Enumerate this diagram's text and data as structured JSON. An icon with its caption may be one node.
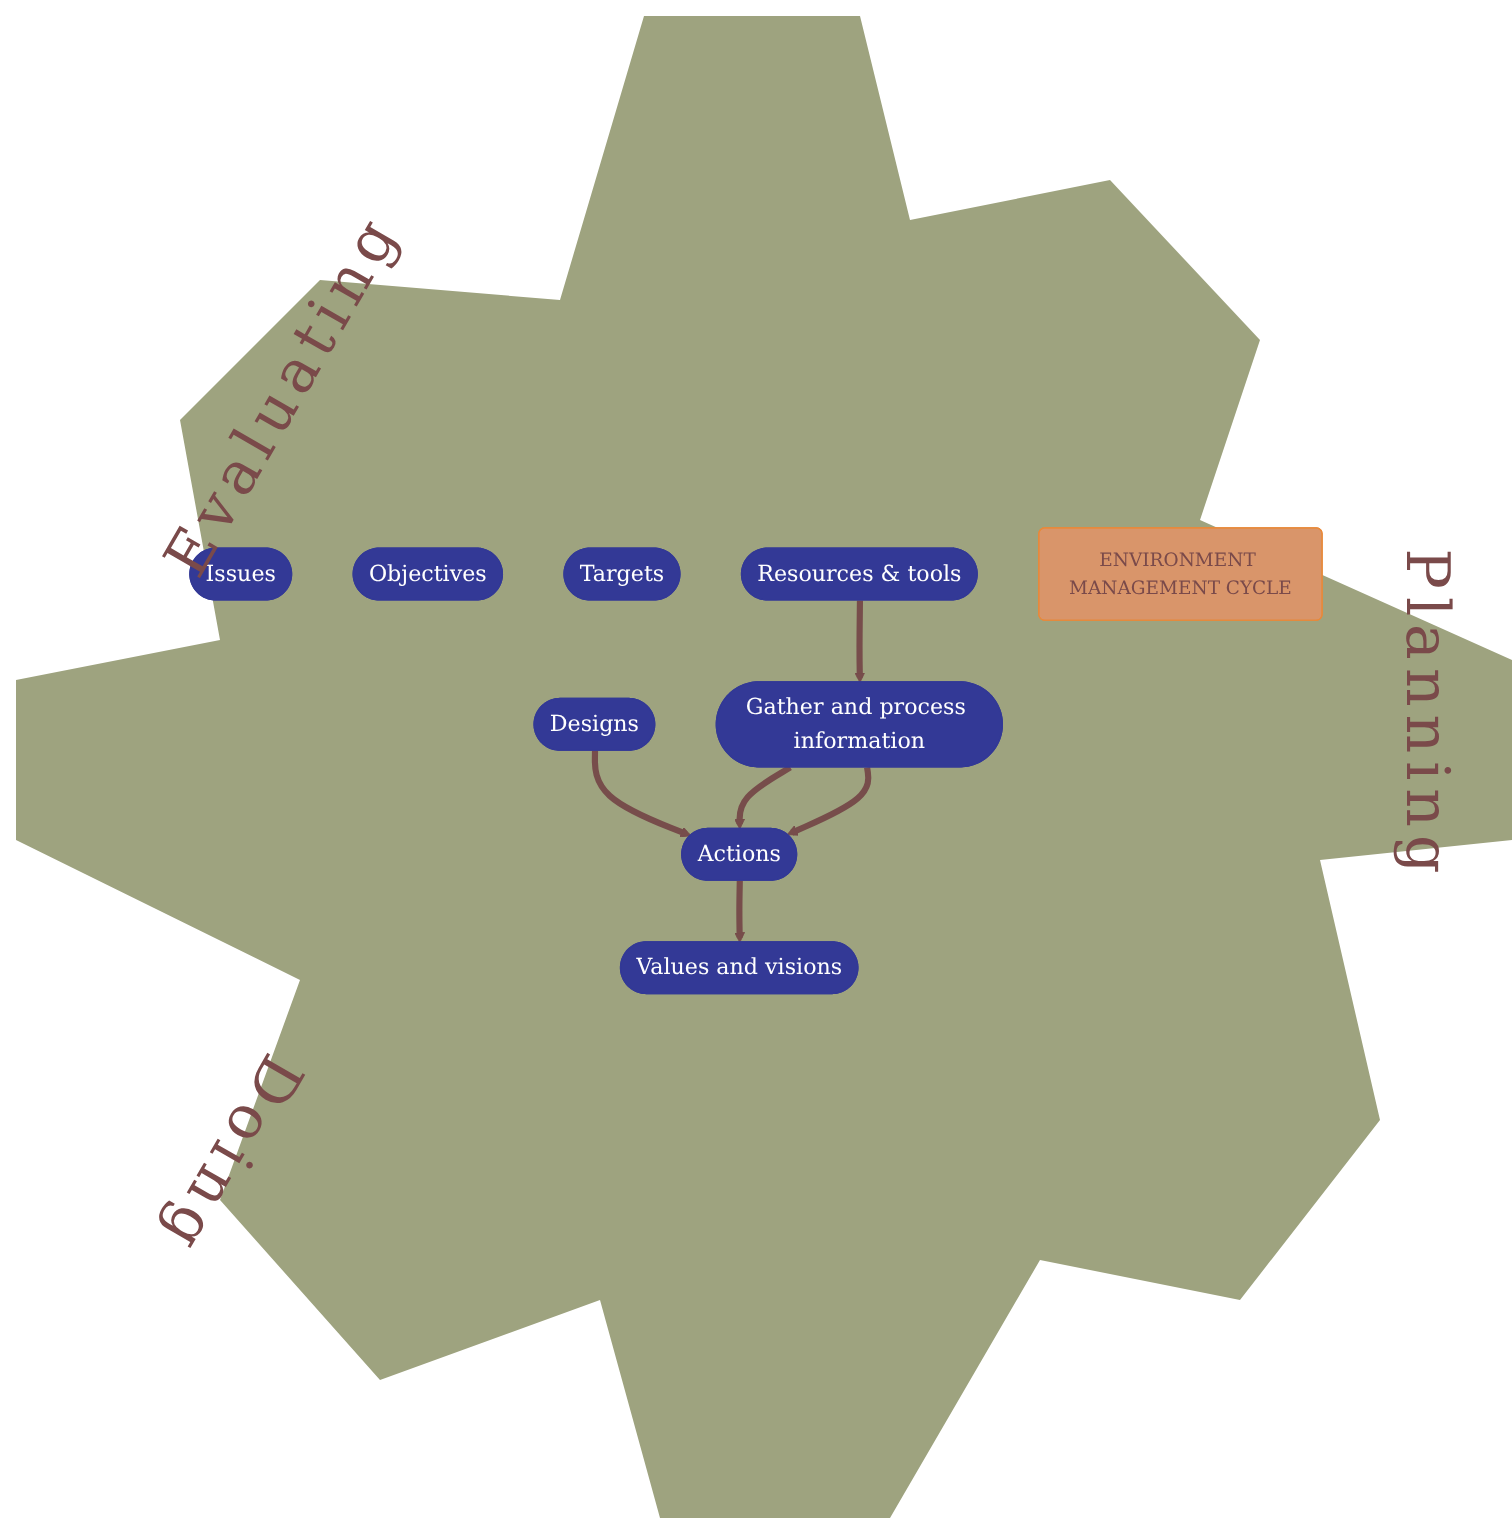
{
  "diagram": {
    "nodes": [
      {
        "text": [
          "Values and visions"
        ]
      },
      {
        "text": [
          "Issues"
        ]
      },
      {
        "text": [
          "Objectives"
        ]
      },
      {
        "text": [
          "Targets"
        ]
      },
      {
        "text": [
          "Resources & tools"
        ]
      },
      {
        "text": [
          "Designs"
        ]
      },
      {
        "text": [
          "Gather and process information"
        ]
      },
      {
        "text": [
          "Actions"
        ]
      },
      {
        "text": [
          "ENVIRONMENT MANAGEMENT CYCLE"
        ]
      }
    ],
    "edges": [
      {
        "from": 7,
        "to": 0,
        "arrow": "to"
      },
      {
        "from": 4,
        "to": 6,
        "arrow": "to"
      },
      {
        "from": 5,
        "to": 7,
        "arrow": "to"
      },
      {
        "from": 6,
        "to": 7,
        "arrow": "to"
      },
      {
        "from": 6,
        "to": 7,
        "arrow": "to"
      }
    ],
    "labels": [
      "Evaluating",
      "Planning",
      "Doing"
    ]
  }
}
